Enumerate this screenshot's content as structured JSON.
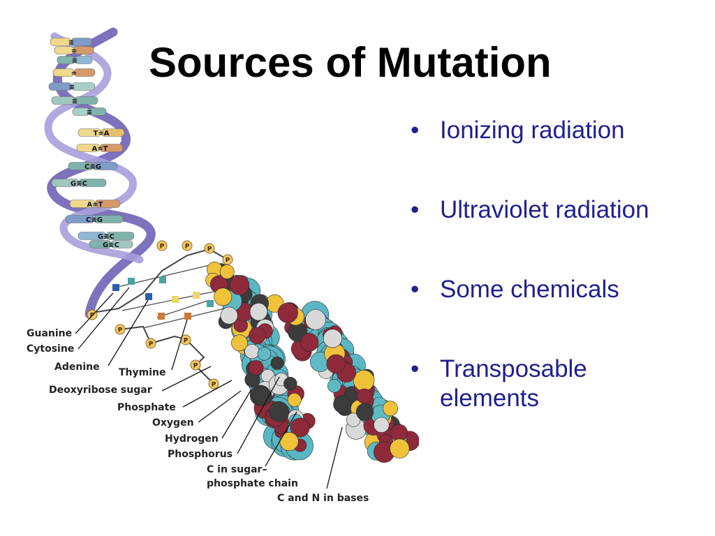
{
  "slide": {
    "title": "Sources of Mutation",
    "bullets": [
      "Ionizing radiation",
      "Ultraviolet radiation",
      "Some chemicals",
      "Transposable elements"
    ],
    "bullet_glyph": "•",
    "colors": {
      "title": "#000000",
      "bullets": "#1f1f8f",
      "backbone": "#8a7fc4"
    }
  },
  "diagram": {
    "base_pair_labels": [
      "≡",
      "=",
      "≡",
      "=",
      "≡",
      "≡",
      "≡",
      "T=A",
      "A=T",
      "C≡G",
      "G≡C",
      "A=T",
      "C≡G",
      "G≡C",
      "G≡C"
    ],
    "phosphate_symbol": "P",
    "labels": [
      "Guanine",
      "Cytosine",
      "Adenine",
      "Thymine",
      "Deoxyribose sugar",
      "Phosphate",
      "Oxygen",
      "Hydrogen",
      "Phosphorus",
      "C in sugar–",
      "phosphate chain",
      "C and N in bases"
    ]
  }
}
